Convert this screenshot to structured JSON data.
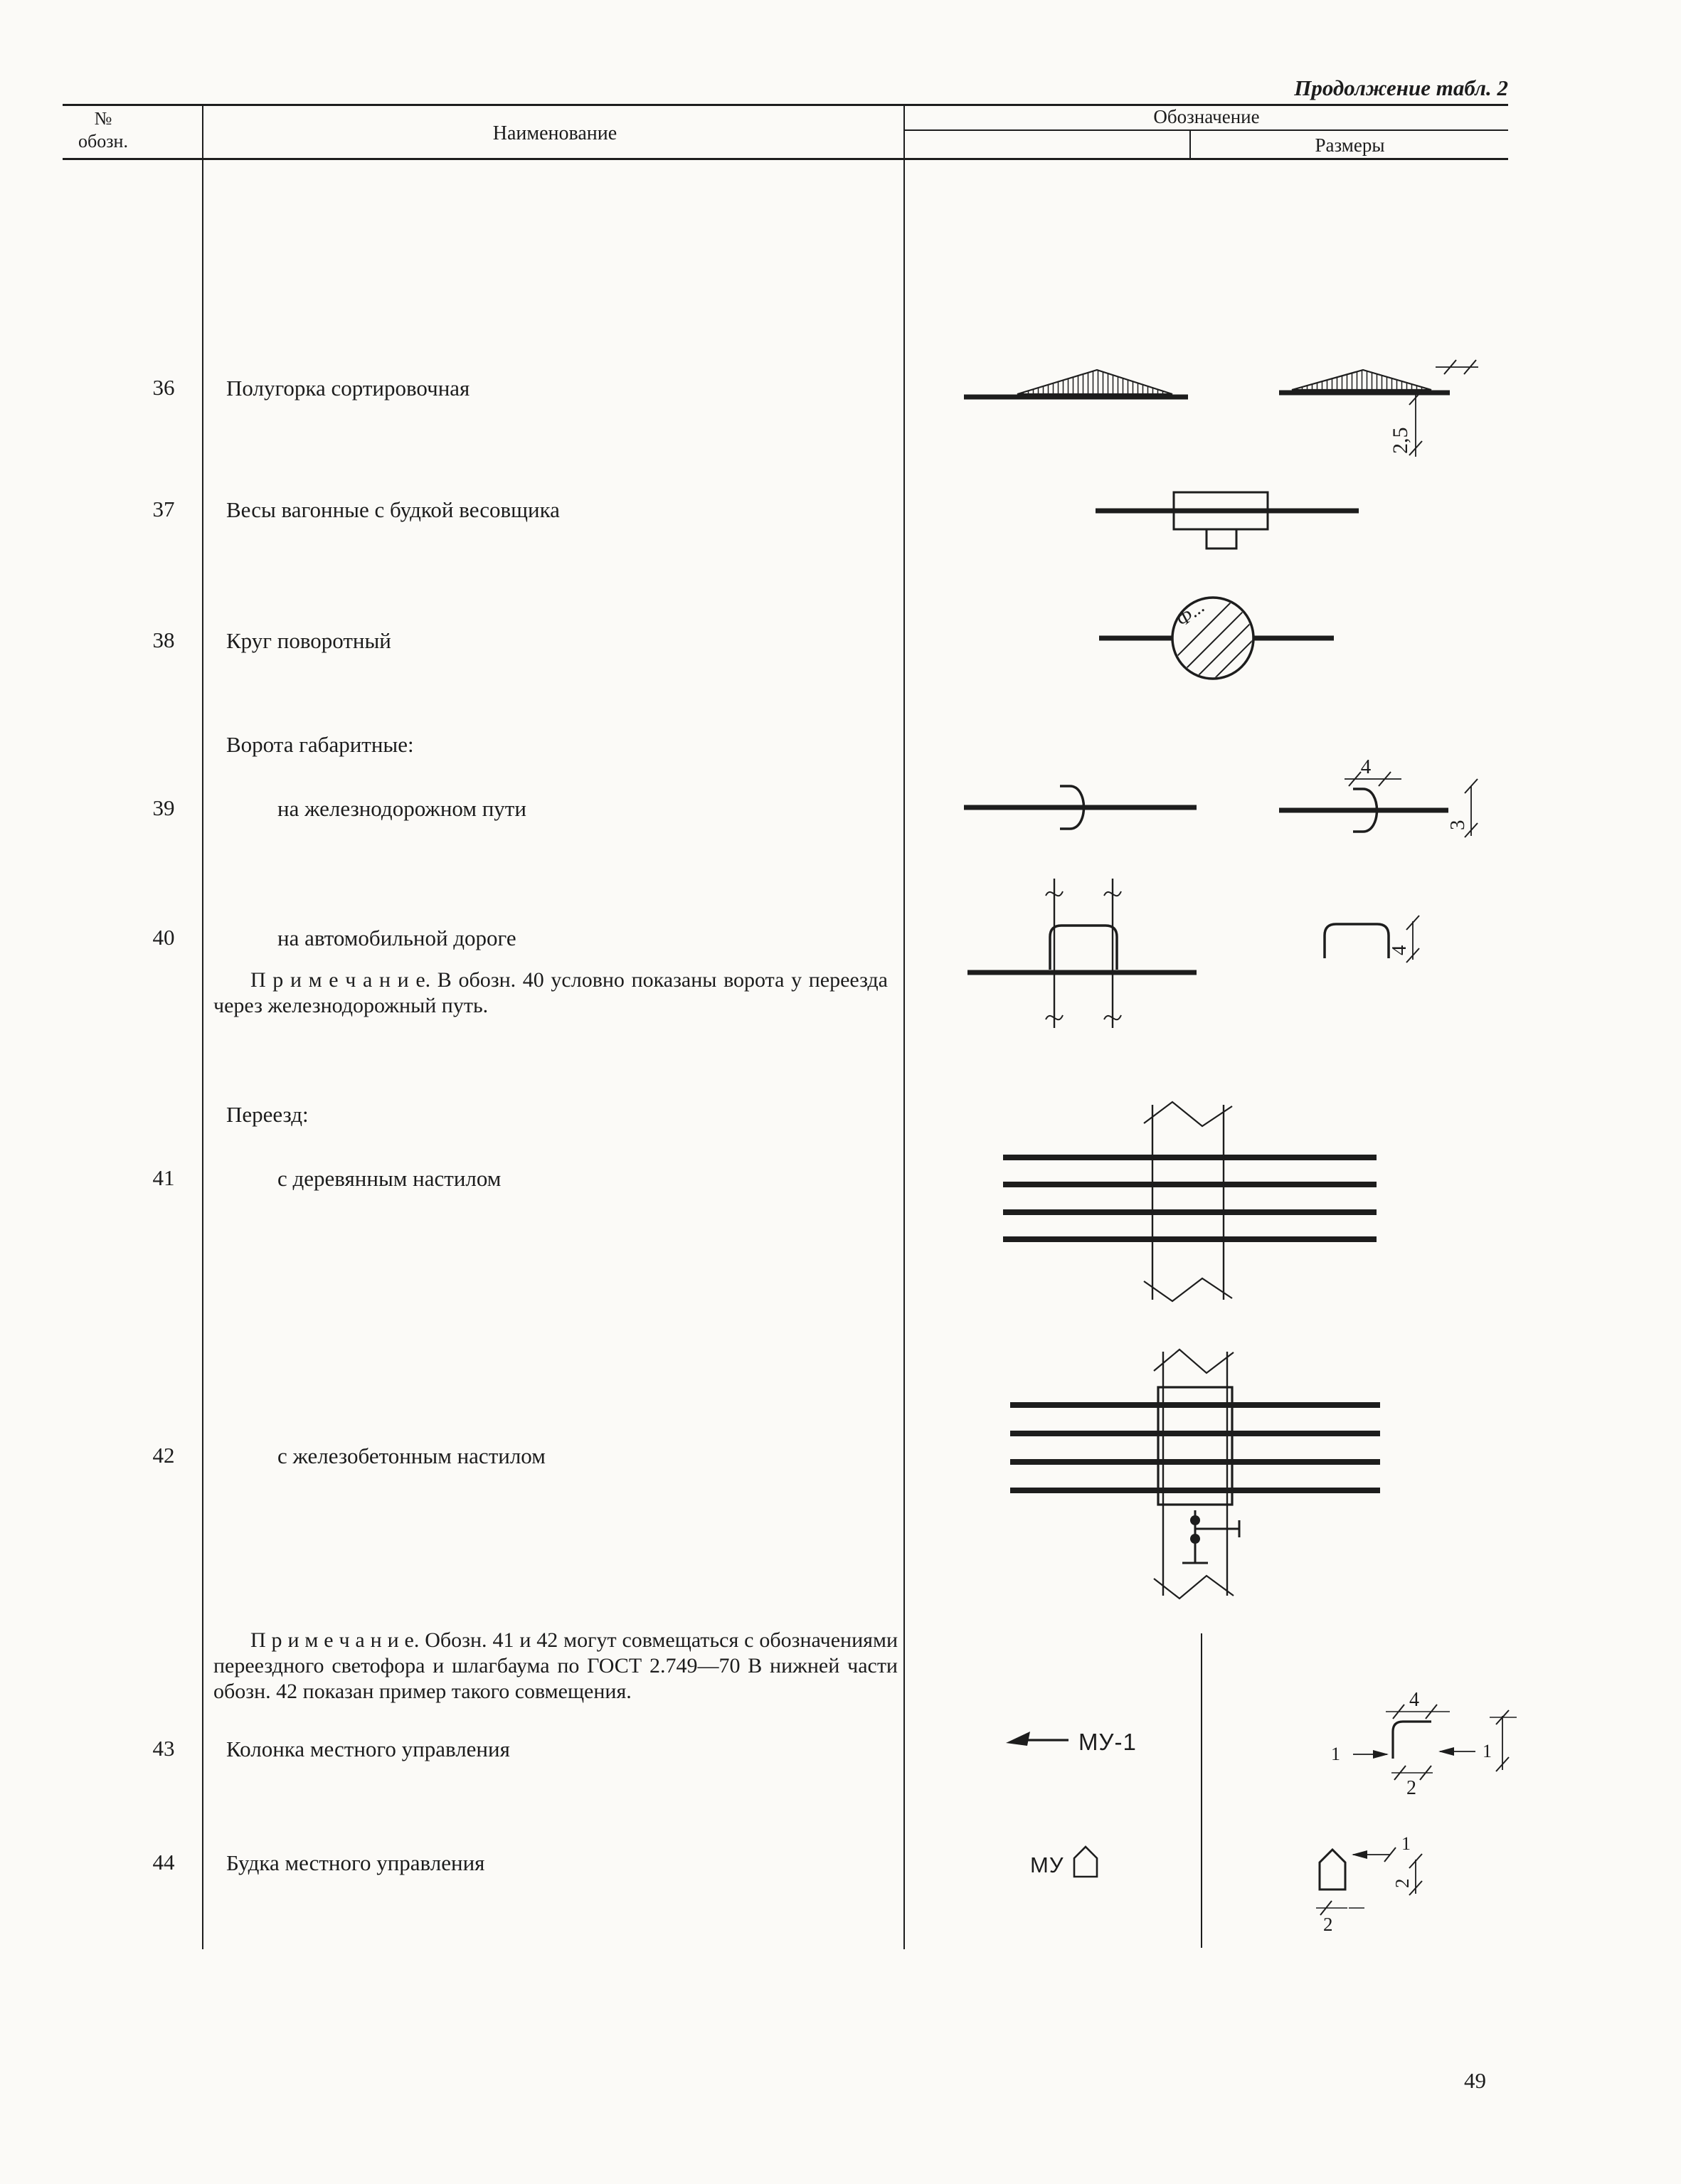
{
  "page": {
    "continuation_note": "Продолжение табл. 2",
    "page_number": "49"
  },
  "table_header": {
    "col_number_line1": "№",
    "col_number_line2": "обозн.",
    "col_name": "Наименование",
    "col_designation": "Обозначение",
    "col_dimensions": "Размеры"
  },
  "rows": [
    {
      "num": "36",
      "name": "Полугорка сортировочная"
    },
    {
      "num": "37",
      "name": "Весы вагонные с будкой весовщика"
    },
    {
      "num": "38",
      "name": "Круг поворотный"
    },
    {
      "num": "",
      "name": "Ворота габаритные:"
    },
    {
      "num": "39",
      "name": "на железнодорожном пути"
    },
    {
      "num": "40",
      "name": "на автомобильной дороге"
    },
    {
      "num": "",
      "name": "Переезд:"
    },
    {
      "num": "41",
      "name": "с деревянным настилом"
    },
    {
      "num": "42",
      "name": "с железобетонным настилом"
    },
    {
      "num": "43",
      "name": "Колонка местного управления"
    },
    {
      "num": "44",
      "name": "Будка местного управления"
    }
  ],
  "notes": {
    "note40": "П р и м е ч а н и е.  В обозн. 40 условно показаны ворота у переезда через железнодорожный путь.",
    "note41_42": "П р и м е ч а н и е.  Обозн. 41 и 42 могут совмещаться с обозначениями переездного светофора и шлагбаума по ГОСТ 2.749—70 В нижней части обозн. 42 показан пример такого совмещения."
  },
  "symbols": {
    "s36_dim": "2,5",
    "s38_label": "Ф...",
    "s39_dim_width": "4",
    "s39_dim_height": "3",
    "s40_dim": "4",
    "s43_label": "МУ-1",
    "s43_dim_top": "4",
    "s43_dim_bottom": "2",
    "s43_dim_left": "1",
    "s43_dim_right": "1",
    "s44_label": "МУ",
    "s44_dim_top": "1",
    "s44_dim_side": "2",
    "s44_dim_bottom": "2"
  }
}
